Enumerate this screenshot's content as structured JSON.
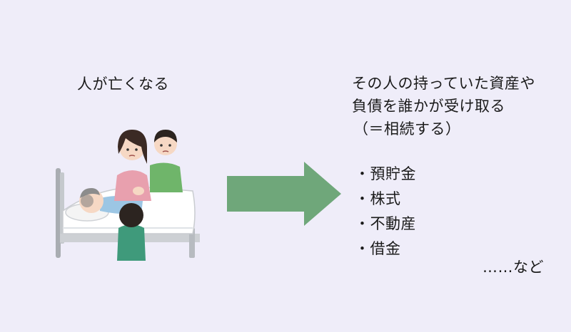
{
  "left_caption": "人が亡くなる",
  "description_lines": [
    "その人の持っていた資産や",
    "負債を誰かが受け取る",
    "（＝相続する）"
  ],
  "assets": [
    "・預貯金",
    "・株式",
    "・不動産",
    "・借金"
  ],
  "etc_label": "……など",
  "colors": {
    "background": "#efedf9",
    "arrow": "#6fa77a"
  },
  "illustration": "family-at-hospital-bedside"
}
